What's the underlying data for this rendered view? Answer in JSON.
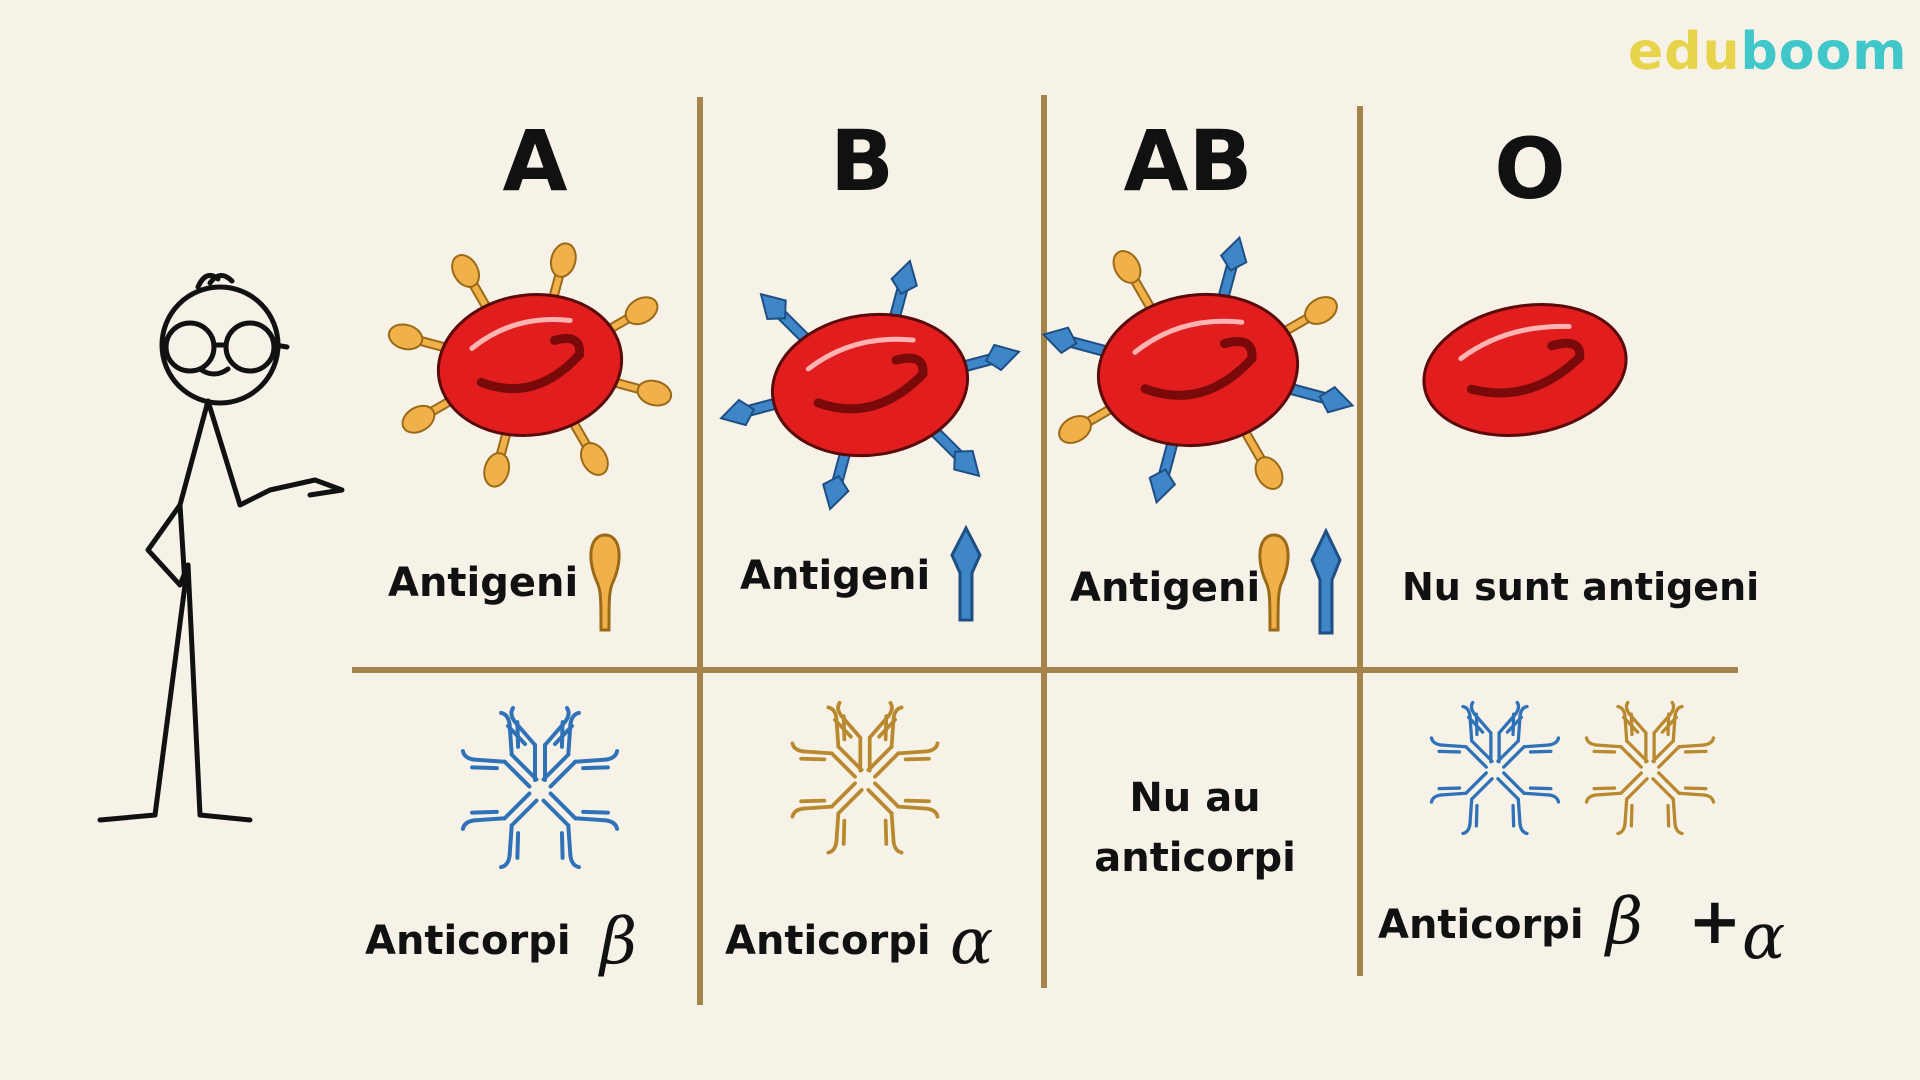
{
  "logo": {
    "part1": "edu",
    "part2": "boom"
  },
  "columns": [
    {
      "header": "A",
      "antigen_label": "Antigeni",
      "antibody_label": "Anticorpi",
      "antibody_symbol": "β"
    },
    {
      "header": "B",
      "antigen_label": "Antigeni",
      "antibody_label": "Anticorpi",
      "antibody_symbol": "α"
    },
    {
      "header": "AB",
      "antigen_label": "Antigeni",
      "antibody_label_line1": "Nu au",
      "antibody_label_line2": "anticorpi"
    },
    {
      "header": "O",
      "antigen_label": "Nu sunt antigeni",
      "antibody_label": "Anticorpi",
      "antibody_symbol_1": "β",
      "plus": "+",
      "antibody_symbol_2": "α"
    }
  ],
  "colors": {
    "background": "#f7f2e8",
    "grid_line": "#a4844a",
    "cell_red": "#e21d1d",
    "antigen_a": "#f0b14a",
    "antigen_b": "#3f86c8",
    "antibody_blue": "#2f72b8",
    "antibody_gold": "#b8892e",
    "logo_yellow": "#e8d44a",
    "logo_teal": "#3fc7c9"
  }
}
